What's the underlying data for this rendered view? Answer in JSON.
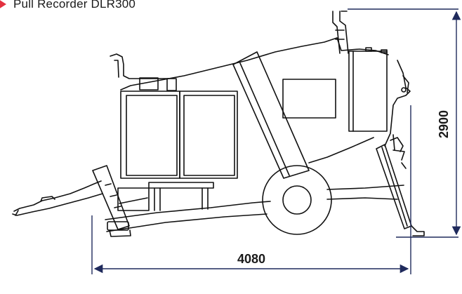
{
  "title": {
    "text": "Pull Recorder DLR300",
    "accent_color": "#e3313f"
  },
  "dimensions": {
    "length": "4080",
    "height": "2900",
    "line_color": "#1f2a5c"
  },
  "outline_color": "#111111"
}
